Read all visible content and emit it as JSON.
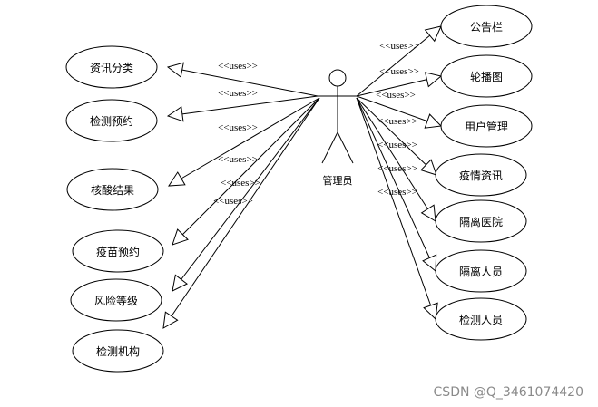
{
  "actor": {
    "name": "管理员"
  },
  "stereotype": "<<uses>>",
  "left_use_cases": [
    {
      "label": "资讯分类"
    },
    {
      "label": "检测预约"
    },
    {
      "label": "核酸结果"
    },
    {
      "label": "疫苗预约"
    },
    {
      "label": "风险等级"
    },
    {
      "label": "检测机构"
    }
  ],
  "right_use_cases": [
    {
      "label": "公告栏"
    },
    {
      "label": "轮播图"
    },
    {
      "label": "用户管理"
    },
    {
      "label": "疫情资讯"
    },
    {
      "label": "隔离医院"
    },
    {
      "label": "隔离人员"
    },
    {
      "label": "检测人员"
    }
  ],
  "watermark": "CSDN @Q_3461074420"
}
